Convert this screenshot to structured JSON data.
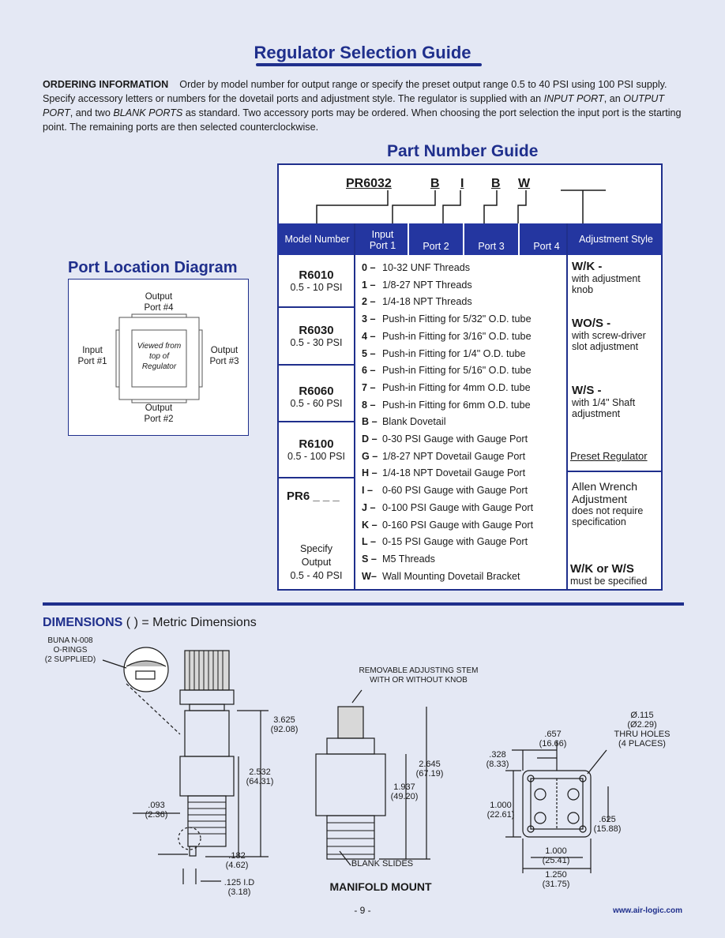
{
  "header": {
    "title": "Regulator Selection Guide"
  },
  "ordering": {
    "lead": "ORDERING INFORMATION",
    "text": "Order by model number for output range or specify the preset output range 0.5 to 40 PSI using 100 PSI supply. Specify accessory letters or numbers for the dovetail ports and adjustment style. The regulator is supplied with an ",
    "i1": "INPUT PORT",
    "t2": ", an ",
    "i2": "OUTPUT PORT",
    "t3": ", and two ",
    "i3": "BLANK PORTS",
    "t4": " as standard. Two accessory ports may be ordered. When choosing the port selection the input port is the starting point. The remaining ports are then selected counterclockwise."
  },
  "part_guide": {
    "title": "Part Number Guide",
    "code": {
      "model": "PR6032",
      "p1": "B",
      "p2": "I",
      "p3": "B",
      "p4": "W"
    },
    "headers": {
      "model": "Model Number",
      "port1": "Input\nPort 1",
      "port2": "Port 2",
      "port3": "Port 3",
      "port4": "Port 4",
      "adjust": "Adjustment Style"
    },
    "models": [
      {
        "name": "R6010",
        "range": "0.5 - 10 PSI"
      },
      {
        "name": "R6030",
        "range": "0.5 - 30 PSI"
      },
      {
        "name": "R6060",
        "range": "0.5 - 60 PSI"
      },
      {
        "name": "R6100",
        "range": "0.5 - 100 PSI"
      },
      {
        "name": "PR6 _ _ _",
        "range": "Specify\nOutput\n0.5 - 40 PSI"
      }
    ],
    "codes": [
      {
        "k": "0 –",
        "v": "10-32 UNF Threads"
      },
      {
        "k": "1 –",
        "v": "1/8-27 NPT Threads"
      },
      {
        "k": "2 –",
        "v": "1/4-18 NPT Threads"
      },
      {
        "k": "3 –",
        "v": "Push-in Fitting for 5/32\" O.D. tube"
      },
      {
        "k": "4 –",
        "v": "Push-in Fitting for 3/16\" O.D. tube"
      },
      {
        "k": "5 –",
        "v": "Push-in Fitting for 1/4\" O.D. tube"
      },
      {
        "k": "6 –",
        "v": "Push-in Fitting for 5/16\" O.D. tube"
      },
      {
        "k": "7 –",
        "v": "Push-in Fitting for 4mm O.D. tube"
      },
      {
        "k": "8 –",
        "v": "Push-in Fitting for 6mm O.D. tube"
      },
      {
        "k": "B –",
        "v": "Blank Dovetail"
      },
      {
        "k": "D –",
        "v": "0-30 PSI Gauge with Gauge Port"
      },
      {
        "k": "G –",
        "v": "1/8-27 NPT Dovetail Gauge Port"
      },
      {
        "k": "H –",
        "v": "1/4-18 NPT Dovetail Gauge Port"
      },
      {
        "k": "I –",
        "v": "0-60 PSI Gauge with Gauge Port"
      },
      {
        "k": "J –",
        "v": "0-100 PSI Gauge with Gauge Port"
      },
      {
        "k": "K –",
        "v": "0-160 PSI Gauge with Gauge Port"
      },
      {
        "k": "L –",
        "v": "0-15 PSI Gauge with Gauge Port"
      },
      {
        "k": "S –",
        "v": "M5 Threads"
      },
      {
        "k": "W–",
        "v": "Wall Mounting Dovetail Bracket"
      }
    ],
    "adjust": [
      {
        "big": "W/K -",
        "small": "with adjustment knob"
      },
      {
        "big": "WO/S -",
        "small": "with screw-driver slot adjustment"
      },
      {
        "big": "W/S -",
        "small": "with 1/4\" Shaft adjustment"
      },
      {
        "underlined": "Preset Regulator"
      },
      {
        "medium": "Allen Wrench Adjustment",
        "small": "does not require specification"
      },
      {
        "big": "W/K or W/S",
        "small": "must be specified"
      }
    ]
  },
  "port_diagram": {
    "title": "Port Location Diagram",
    "top": "Output\nPort #4",
    "left": "Input\nPort #1",
    "right": "Output\nPort #3",
    "bottom": "Output\nPort #2",
    "center": "Viewed from\ntop of\nRegulator"
  },
  "dimensions": {
    "title_bold": "DIMENSIONS",
    "title_rest": " (   ) = Metric Dimensions",
    "oring": "BUNA N-008\nO-RINGS\n(2 SUPPLIED)",
    "d1": "3.625\n(92.08)",
    "d2": "2.532\n(64.31)",
    "d3": ".093\n(2.36)",
    "d4": ".182\n(4.62)",
    "d5": ".125 I.D\n(3.18)",
    "stem": "REMOVABLE ADJUSTING STEM\nWITH OR WITHOUT KNOB",
    "d6": "2.645\n(67.19)",
    "d7": "1.937\n(49.20)",
    "blank": "BLANK SLIDES",
    "manifold": "MANIFOLD MOUNT",
    "holes": "Ø.115\n(Ø2.29)\nTHRU HOLES\n(4 PLACES)",
    "d8": ".657\n(16.66)",
    "d9": ".328\n(8.33)",
    "d10": "1.000\n(22.61)",
    "d11": ".625\n(15.88)",
    "d12": "1.000\n(25.41)",
    "d13": "1.250\n(31.75)"
  },
  "footer": {
    "page": "- 9 -",
    "url": "www.air-logic.com"
  }
}
